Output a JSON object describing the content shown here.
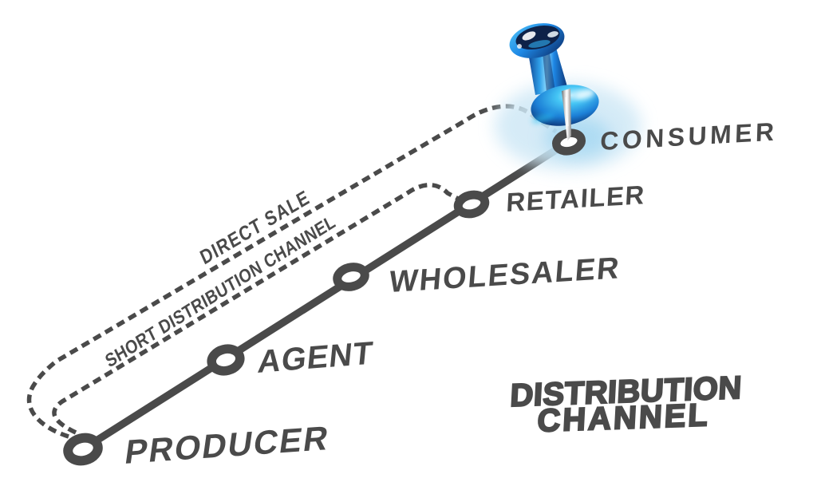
{
  "title": {
    "line1": "DISTRIBUTION",
    "line2": "CHANNEL"
  },
  "nodes": [
    {
      "id": "producer",
      "label": "PRODUCER"
    },
    {
      "id": "agent",
      "label": "AGENT"
    },
    {
      "id": "wholesaler",
      "label": "WHOLESALER"
    },
    {
      "id": "retailer",
      "label": "RETAILER"
    },
    {
      "id": "consumer",
      "label": "CONSUMER"
    }
  ],
  "channels": [
    {
      "label": "DIRECT SALE",
      "from": "PRODUCER",
      "to": "CONSUMER",
      "line_style": "dashed"
    },
    {
      "label": "SHORT DISTRIBUTION CHANNEL",
      "from": "PRODUCER",
      "to": "RETAILER",
      "line_style": "dashed"
    },
    {
      "label": "",
      "from": "PRODUCER",
      "to": "CONSUMER",
      "through": [
        "AGENT",
        "WHOLESALER",
        "RETAILER"
      ],
      "line_style": "solid"
    }
  ],
  "pushpin": {
    "name": "blue-pushpin",
    "marks_node": "CONSUMER"
  },
  "colors": {
    "ink": "#4a4a4a",
    "background": "#ffffff",
    "pin_blue": "#1e88e5",
    "pin_navy": "#0a2a5e",
    "pin_cyan": "#3fc1f2",
    "glow": "#cfe8f6"
  }
}
